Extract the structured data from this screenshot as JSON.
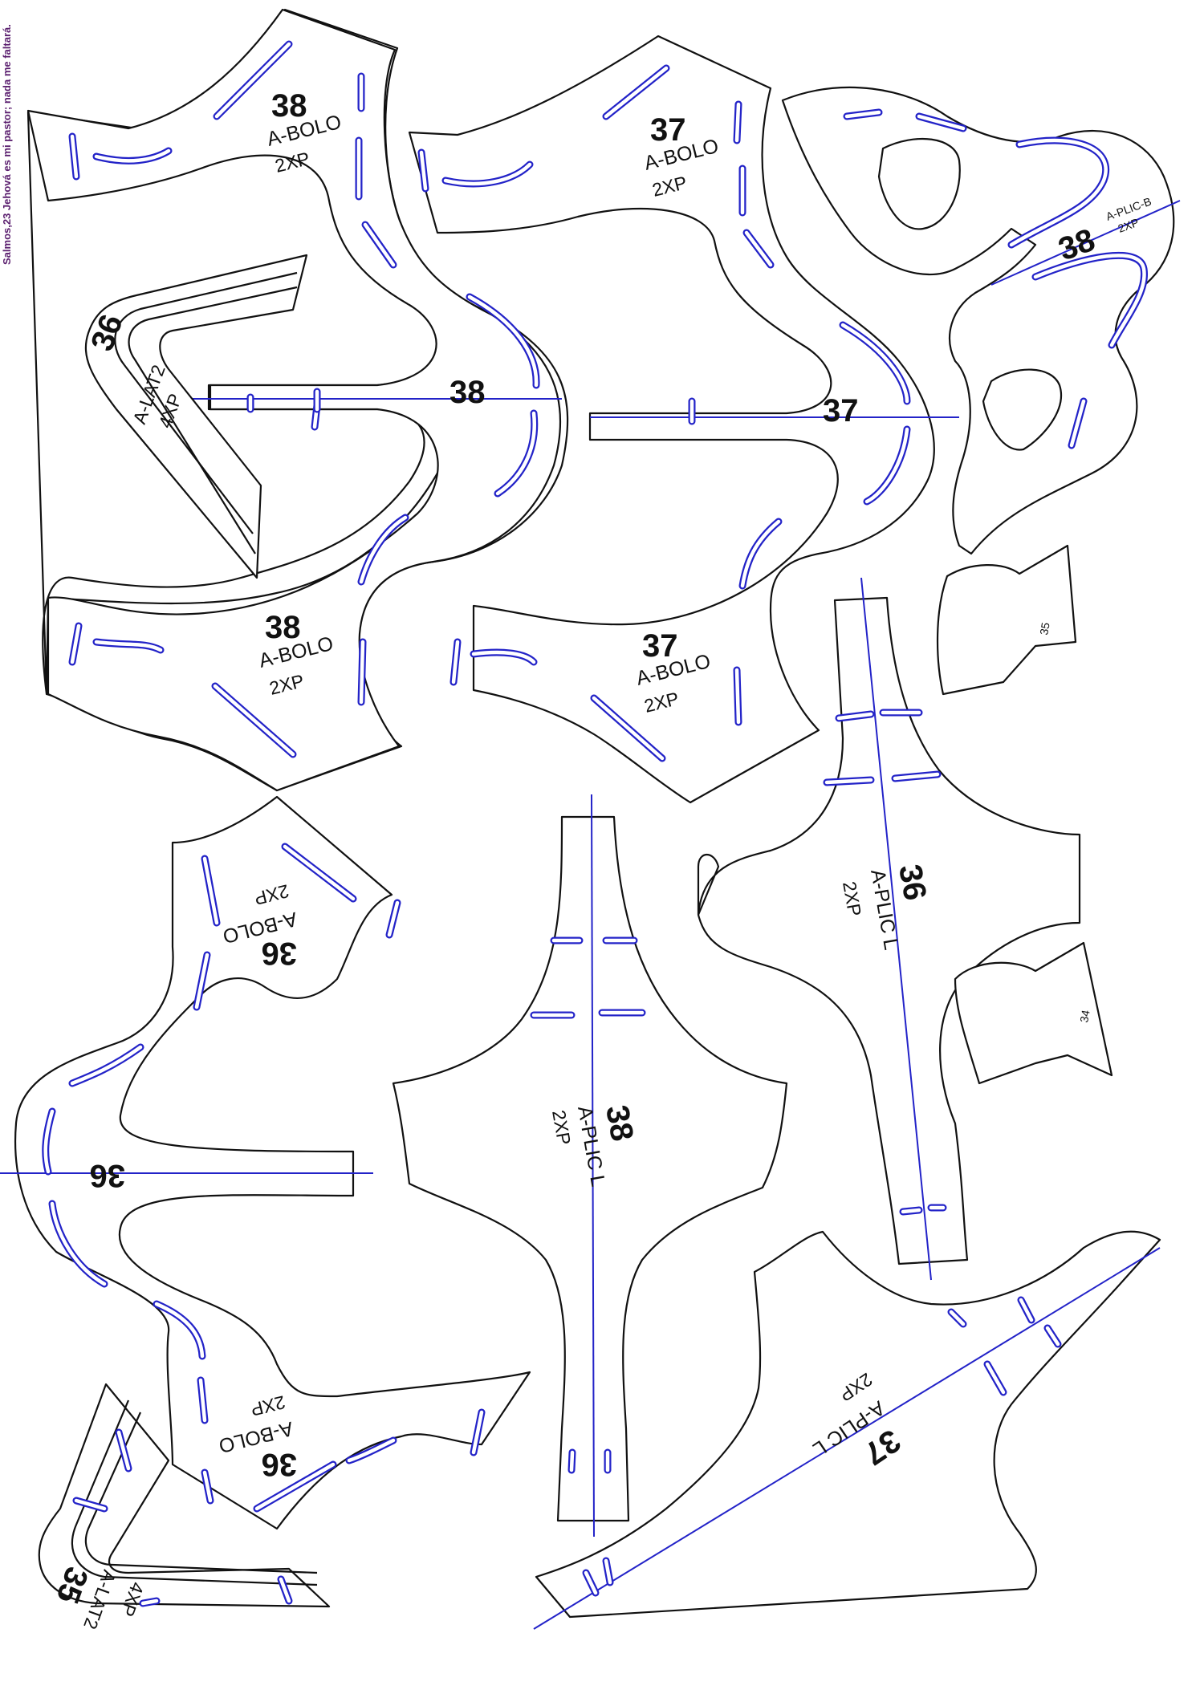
{
  "verse": "Salmos,23 Jehová es mi pastor; nada me faltará.",
  "pieces": {
    "bolo38_top": {
      "size": "38",
      "name": "A-BOLO",
      "qty": "2XP"
    },
    "bolo37_top": {
      "size": "37",
      "name": "A-BOLO",
      "qty": "2XP"
    },
    "bolo38_low": {
      "size": "38",
      "name": "A-BOLO",
      "qty": "2XP"
    },
    "bolo37_low": {
      "size": "37",
      "name": "A-BOLO",
      "qty": "2XP"
    },
    "bolo36_up": {
      "size": "36",
      "name": "A-BOLO",
      "qty": "2XP"
    },
    "bolo36_down": {
      "size": "36",
      "name": "A-BOLO",
      "qty": "2XP"
    },
    "centre38": {
      "size": "38"
    },
    "centre37": {
      "size": "37"
    },
    "centre36": {
      "size": "36"
    },
    "lat36": {
      "size": "36",
      "name": "A-LAT2",
      "qty": "4XP"
    },
    "lat35": {
      "size": "35",
      "name": "A-LAT2",
      "qty": "4XP"
    },
    "plicB38": {
      "size": "38",
      "name": "A-PLIC-B",
      "qty": "2XP"
    },
    "plicL36": {
      "size": "36",
      "name": "A-PLIC L",
      "qty": "2XP"
    },
    "plicL38": {
      "size": "38",
      "name": "A-PLIC L",
      "qty": "2XP"
    },
    "plicL37": {
      "size": "37",
      "name": "A-PLIC L",
      "qty": "2XP"
    },
    "logo35": {
      "size": "35"
    },
    "logo34": {
      "size": "34"
    }
  },
  "colors": {
    "line": "#111111",
    "guide": "#2323c8",
    "verse": "#5a1e6e"
  }
}
